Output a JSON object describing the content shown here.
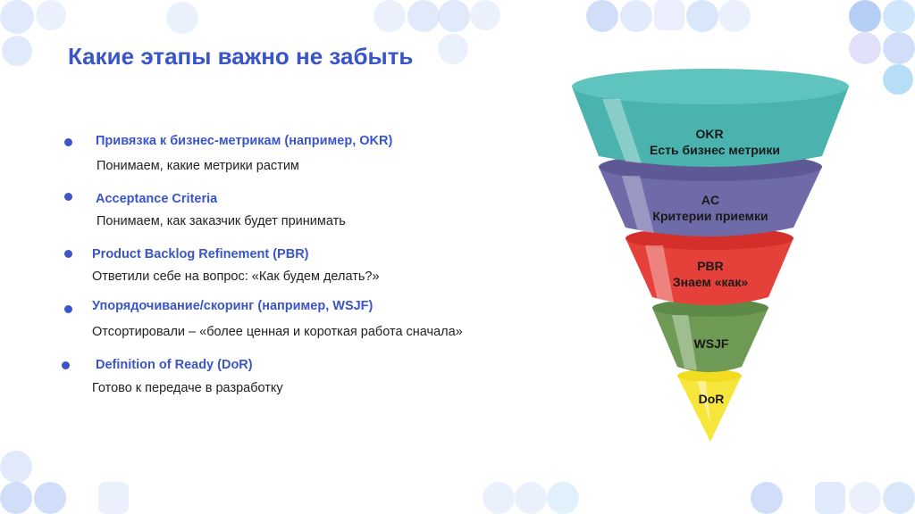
{
  "slide": {
    "title": "Какие этапы важно не забыть"
  },
  "items": [
    {
      "title": "Привязка к бизнес-метрикам (например, OKR)",
      "desc": "Понимаем,  какие метрики растим"
    },
    {
      "title": "Acceptance Criteria",
      "desc": "Понимаем,  как заказчик будет принимать"
    },
    {
      "title": "Product Backlog Refinement (PBR)",
      "desc": "Ответили себе на вопрос: «Как будем делать?»"
    },
    {
      "title": "Упорядочивание/скоринг (например, WSJF)",
      "desc": "Отсортировали – «более ценная и короткая работа сначала»"
    },
    {
      "title": "Definition of Ready (DoR)",
      "desc": "Готово к передаче в разработку"
    }
  ],
  "funnel": {
    "levels": [
      {
        "line1": "OKR",
        "line2": "Есть бизнес метрики",
        "color": "#4ab3ad"
      },
      {
        "line1": "AC",
        "line2": "Критерии приемки",
        "color": "#6f6aa8"
      },
      {
        "line1": "PBR",
        "line2": "Знаем «как»",
        "color": "#e5403a"
      },
      {
        "line1": "WSJF",
        "line2": "",
        "color": "#6e9a55"
      },
      {
        "line1": "DoR",
        "line2": "",
        "color": "#f6e53a"
      }
    ]
  },
  "colors": {
    "accent": "#3a55c8",
    "decor": "#b9cdf5"
  }
}
